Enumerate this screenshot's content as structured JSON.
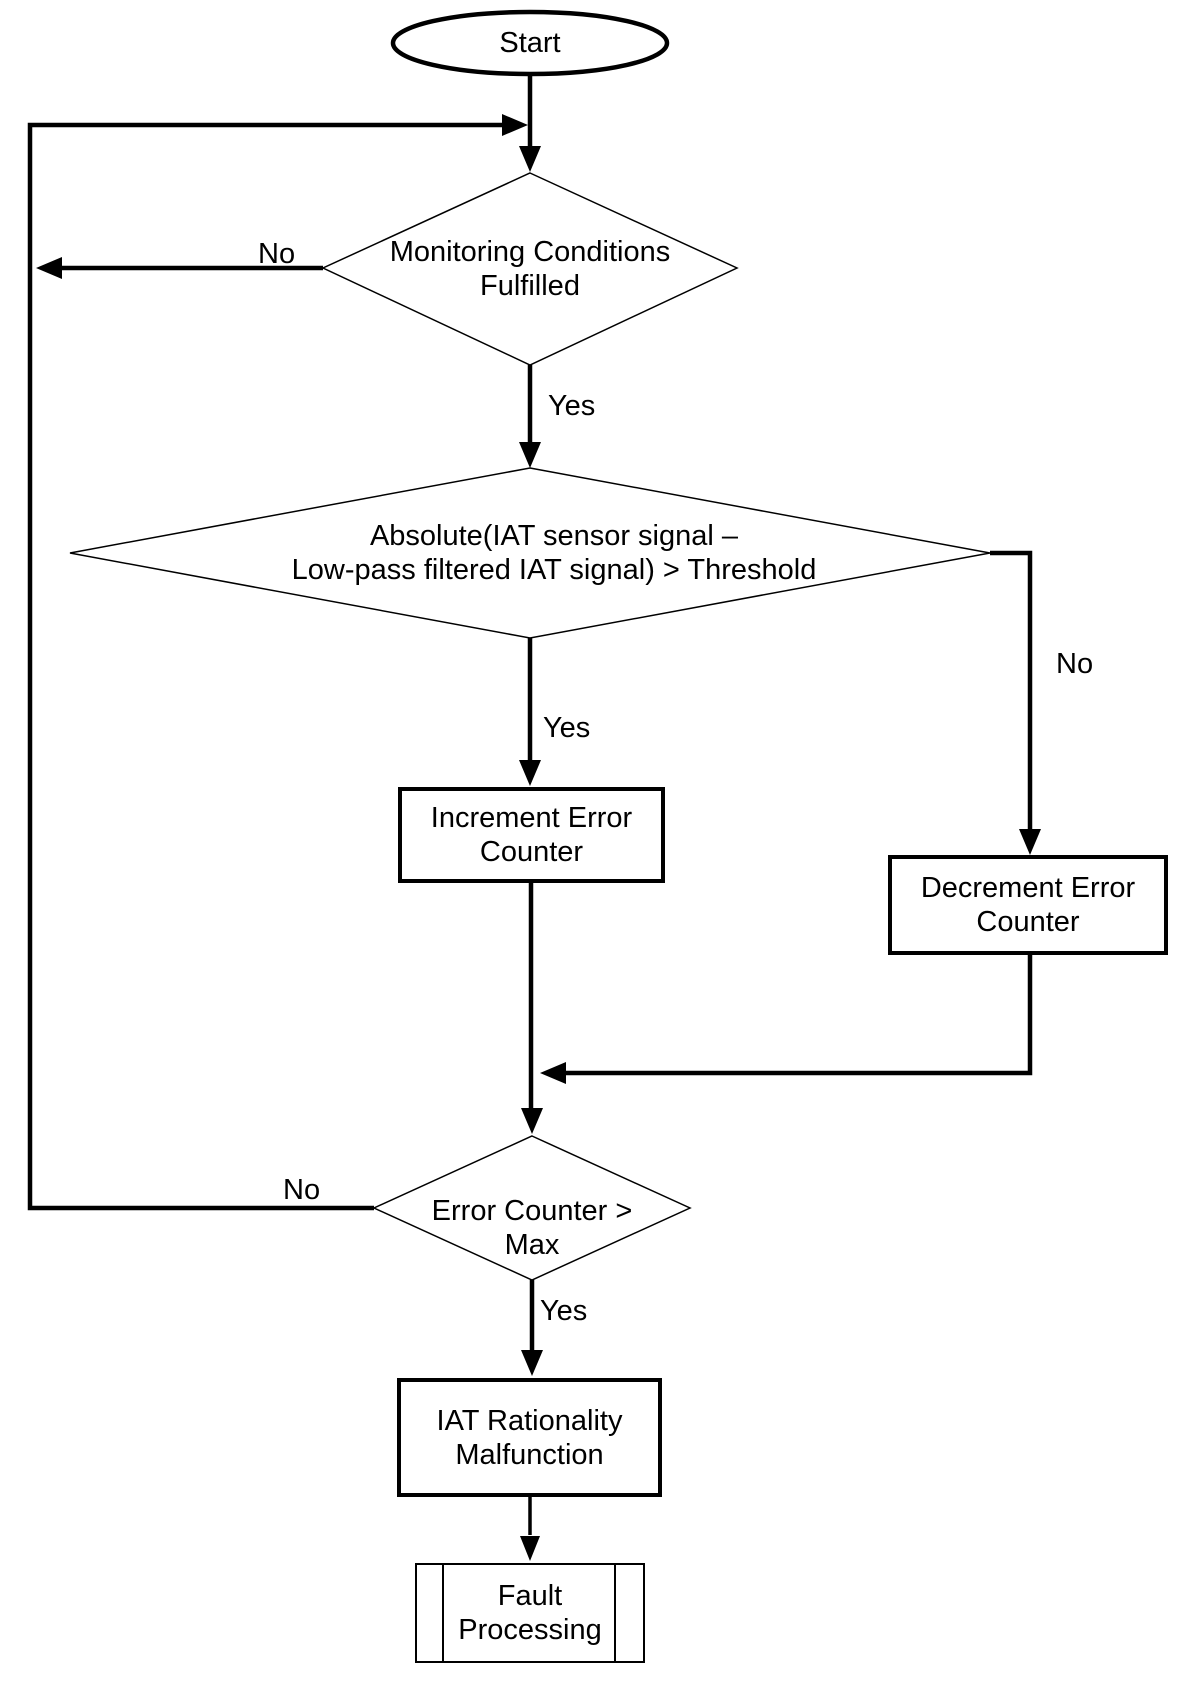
{
  "colors": {
    "ink": "#000000",
    "background": "#ffffff"
  },
  "nodes": {
    "start": {
      "type": "terminator",
      "label": "Start"
    },
    "monitoring": {
      "type": "decision",
      "label": "Monitoring Conditions\nFulfilled"
    },
    "threshold": {
      "type": "decision",
      "label": "Absolute(IAT sensor signal –\nLow-pass filtered IAT signal) > Threshold"
    },
    "increment": {
      "type": "process",
      "label": "Increment Error\nCounter"
    },
    "decrement": {
      "type": "process",
      "label": "Decrement Error\nCounter"
    },
    "counter_max": {
      "type": "decision",
      "label": "Error Counter >\nMax"
    },
    "malfunction": {
      "type": "process",
      "label": "IAT Rationality\nMalfunction"
    },
    "fault": {
      "type": "predefined_process",
      "label": "Fault\nProcessing"
    }
  },
  "edges": {
    "monitoring_no": "No",
    "monitoring_yes": "Yes",
    "threshold_yes": "Yes",
    "threshold_no": "No",
    "counter_max_no": "No",
    "counter_max_yes": "Yes"
  }
}
